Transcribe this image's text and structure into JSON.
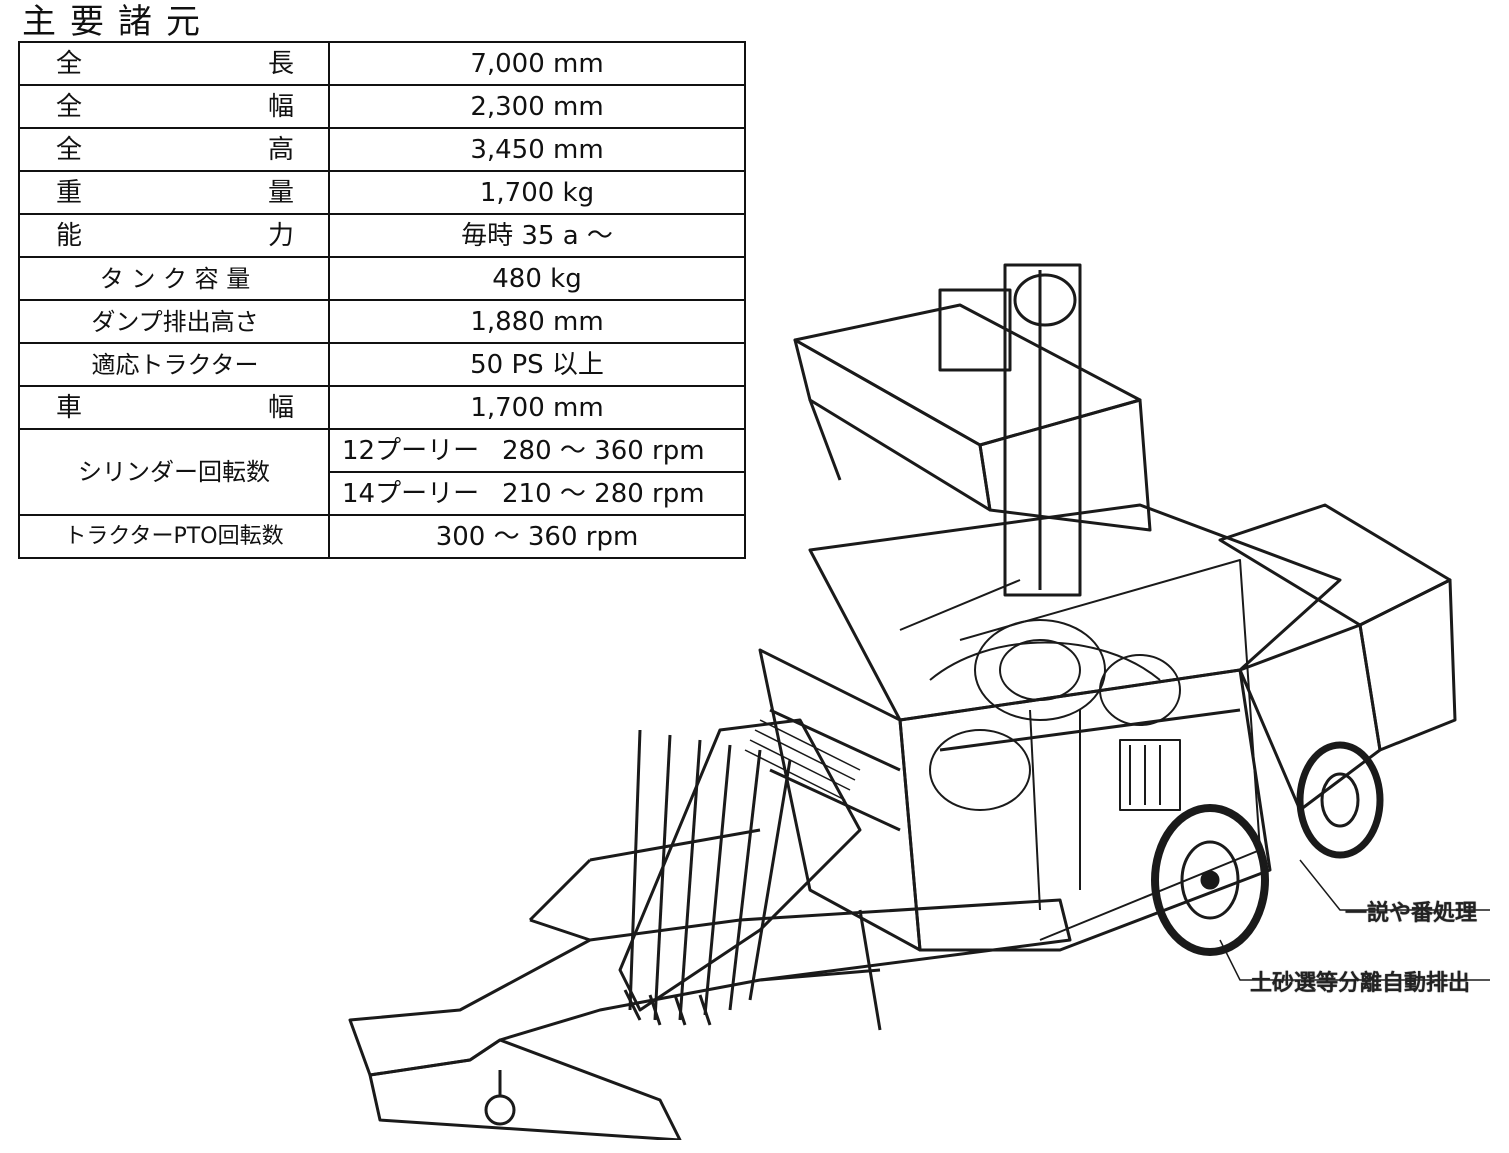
{
  "title": "主要諸元",
  "specs": [
    {
      "label_a": "全",
      "label_b": "長",
      "value": "7,000 mm"
    },
    {
      "label_a": "全",
      "label_b": "幅",
      "value": "2,300 mm"
    },
    {
      "label_a": "全",
      "label_b": "高",
      "value": "3,450 mm"
    },
    {
      "label_a": "重",
      "label_b": "量",
      "value": "1,700 kg"
    },
    {
      "label_a": "能",
      "label_b": "力",
      "value": "毎時 35 a ～"
    },
    {
      "label": "タ ン ク 容 量",
      "value": "480 kg"
    },
    {
      "label": "ダンプ排出高さ",
      "value": "1,880 mm"
    },
    {
      "label": "適応トラクター",
      "value": "50 PS 以上"
    },
    {
      "label_a": "車",
      "label_b": "幅",
      "value": "1,700 mm"
    }
  ],
  "cylinder": {
    "label": "シリンダー回転数",
    "rows": [
      {
        "pulley": "12プーリー",
        "value": "280 ～ 360 rpm"
      },
      {
        "pulley": "14プーリー",
        "value": "210 ～ 280 rpm"
      }
    ]
  },
  "pto": {
    "label": "トラクターPTO回転数",
    "value": "300 ～ 360 rpm"
  },
  "callouts": {
    "upper": "一説や番処理",
    "lower": "土砂選等分離自動排出"
  }
}
